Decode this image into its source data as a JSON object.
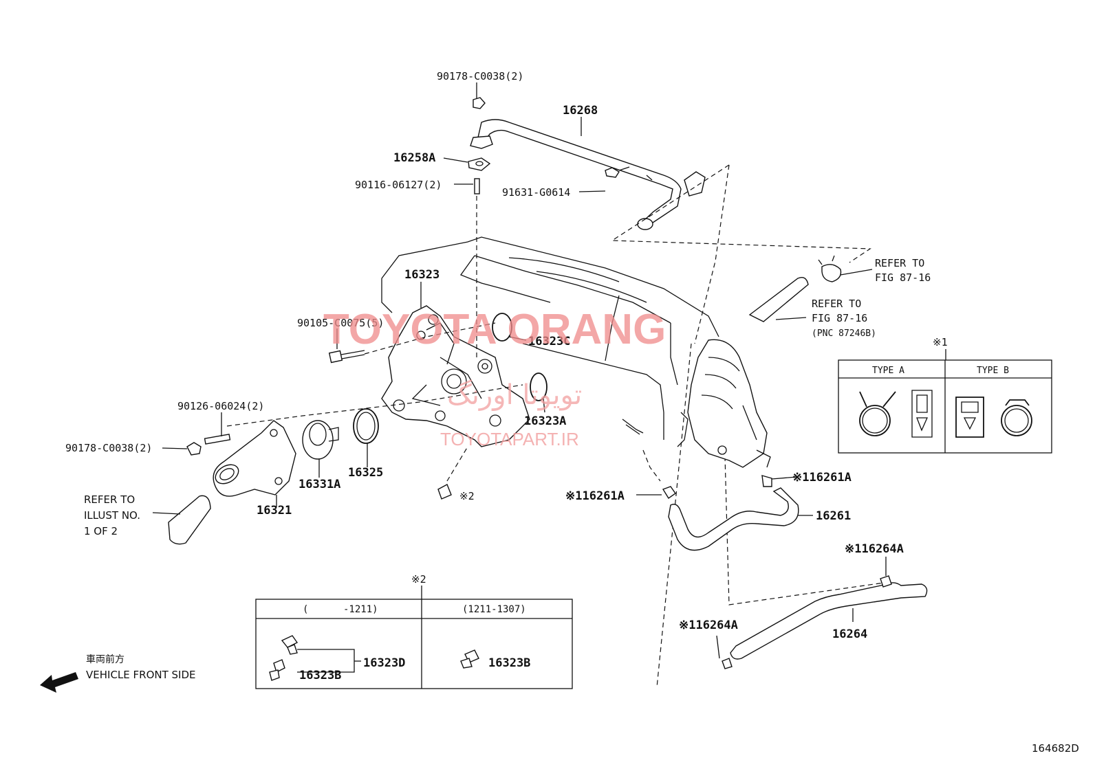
{
  "diagram": {
    "figure_code": "164682D",
    "direction": {
      "jp_label": "車両前方",
      "en_label": "VEHICLE FRONT SIDE"
    },
    "part_labels": {
      "p_90178_top": "90178-C0038(2)",
      "p_16268": "16268",
      "p_16258A": "16258A",
      "p_90116": "90116-06127(2)",
      "p_91631": "91631-G0614",
      "p_16323": "16323",
      "p_90105": "90105-C0075(5)",
      "p_16323C": "16323C",
      "p_16323A": "16323A",
      "p_90126": "90126-06024(2)",
      "p_90178_left": "90178-C0038(2)",
      "p_16321": "16321",
      "p_16331A": "16331A",
      "p_16325": "16325",
      "p_note2_bolt": "※2",
      "p_16261A_left": "※116261A",
      "p_16261A_right": "※116261A",
      "p_16261": "16261",
      "p_16264A_top": "※116264A",
      "p_16264A_bottom": "※116264A",
      "p_16264": "16264"
    },
    "refer_notes": {
      "hose_left": [
        "REFER TO",
        "ILLUST NO.",
        "1 OF 2"
      ],
      "clamp_right": [
        "REFER TO",
        "FIG 87-16"
      ],
      "hose_right": [
        "REFER TO",
        "FIG 87-16",
        "(PNC 87246B)"
      ]
    },
    "type_table": {
      "marker": "※1",
      "columns": [
        "TYPE A",
        "TYPE B"
      ]
    },
    "date_table": {
      "marker": "※2",
      "columns": [
        "(      -1211)",
        "(1211-1307)"
      ],
      "left_parts": [
        "16323D",
        "16323B"
      ],
      "right_parts": [
        "16323B"
      ]
    },
    "watermarks": {
      "brand": "TOYOTA ORANG",
      "farsi": "تویوتا اورنگ",
      "site": "TOYOTAPART.IR"
    }
  }
}
